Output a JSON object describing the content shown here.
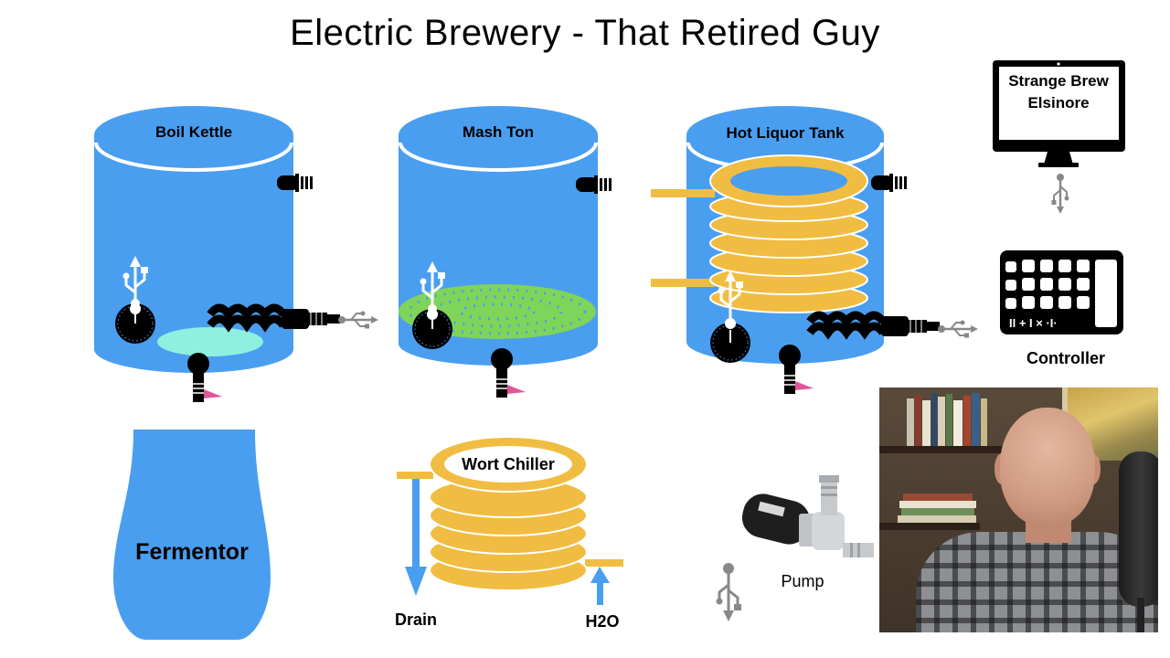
{
  "title": "Electric Brewery - That Retired Guy",
  "vessels": {
    "boil_kettle": "Boil Kettle",
    "mash_ton": "Mash Ton",
    "hlt": "Hot Liquor Tank",
    "fermentor": "Fermentor",
    "wort_chiller": "Wort Chiller"
  },
  "computer": {
    "line1": "Strange Brew",
    "line2": "Elsinore"
  },
  "controller": {
    "label": "Controller",
    "keys": "II + I × ·I·"
  },
  "labels": {
    "drain": "Drain",
    "h2o": "H2O",
    "pump": "Pump"
  },
  "colors": {
    "vessel_blue": "#4a9ef0",
    "coil_gold": "#f0bd42",
    "flag_pink": "#e0559a",
    "grain_green": "#7fd45a",
    "liquid_cyan": "#8ff0e0"
  }
}
